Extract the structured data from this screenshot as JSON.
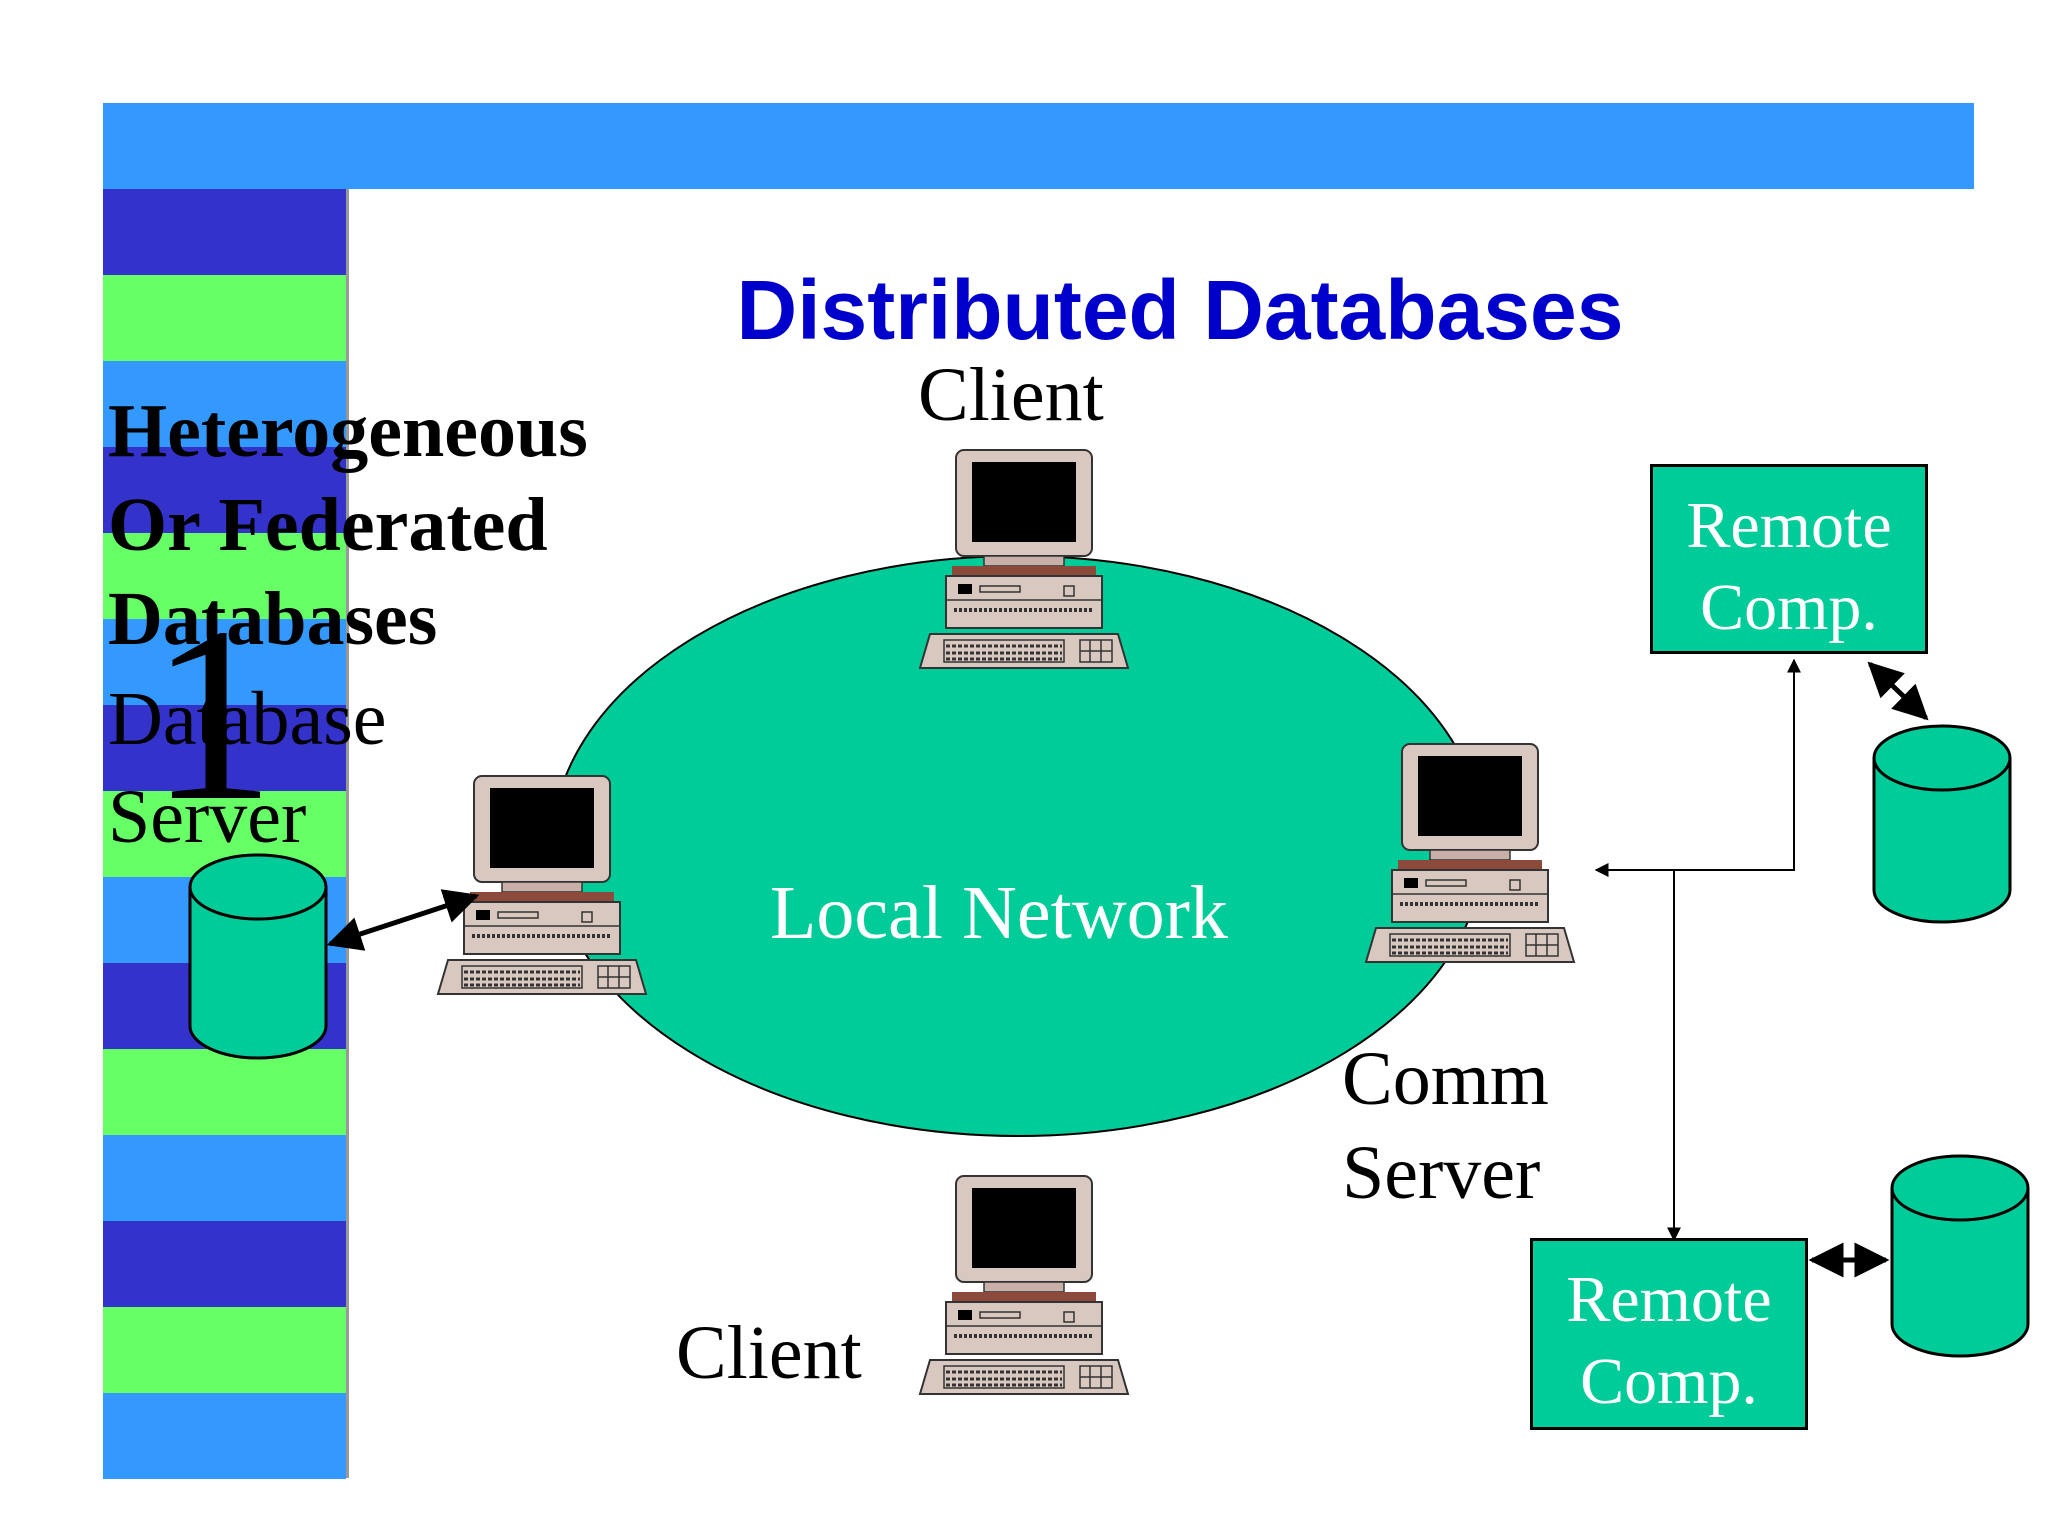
{
  "title": "Distributed Databases",
  "left_panel": {
    "heading_line1": "Heterogeneous",
    "heading_line2": "Or Federated",
    "heading_line3": "Databases",
    "slide_number": "1",
    "db_server_line1": "Database",
    "db_server_line2": "Server"
  },
  "network": {
    "label": "Local Network",
    "client_top": "Client",
    "client_bottom": "Client",
    "comm_server_line1": "Comm",
    "comm_server_line2": "Server"
  },
  "remote_top": {
    "line1": "Remote",
    "line2": "Comp."
  },
  "remote_bottom": {
    "line1": "Remote",
    "line2": "Comp."
  },
  "colors": {
    "top_bar": "#3399FF",
    "stripe_dark": "#3333CC",
    "stripe_green": "#66FF66",
    "stripe_blue": "#3399FF",
    "network_fill": "#00CC99",
    "title_color": "#0000CC"
  },
  "stripes": [
    "dark",
    "green",
    "blue",
    "dark",
    "green",
    "blue",
    "dark",
    "green",
    "blue",
    "dark",
    "green",
    "blue",
    "dark",
    "green",
    "blue"
  ]
}
